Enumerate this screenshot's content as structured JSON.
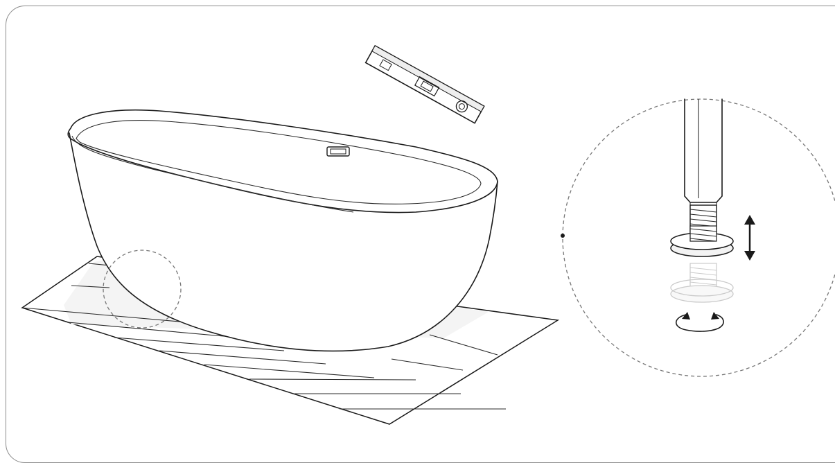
{
  "illustration": {
    "subject": "freestanding-bathtub-leveling",
    "parts": [
      "bathtub",
      "spirit-level",
      "floor-tiles",
      "detail-callout",
      "adjustable-foot",
      "hex-wrench",
      "adjust-arrow",
      "rotate-arrow"
    ]
  },
  "colors": {
    "stroke": "#1a1a1a",
    "tile_shade": "#f2f2f2",
    "frame": "#8a8a8a",
    "callout": "#777777"
  }
}
